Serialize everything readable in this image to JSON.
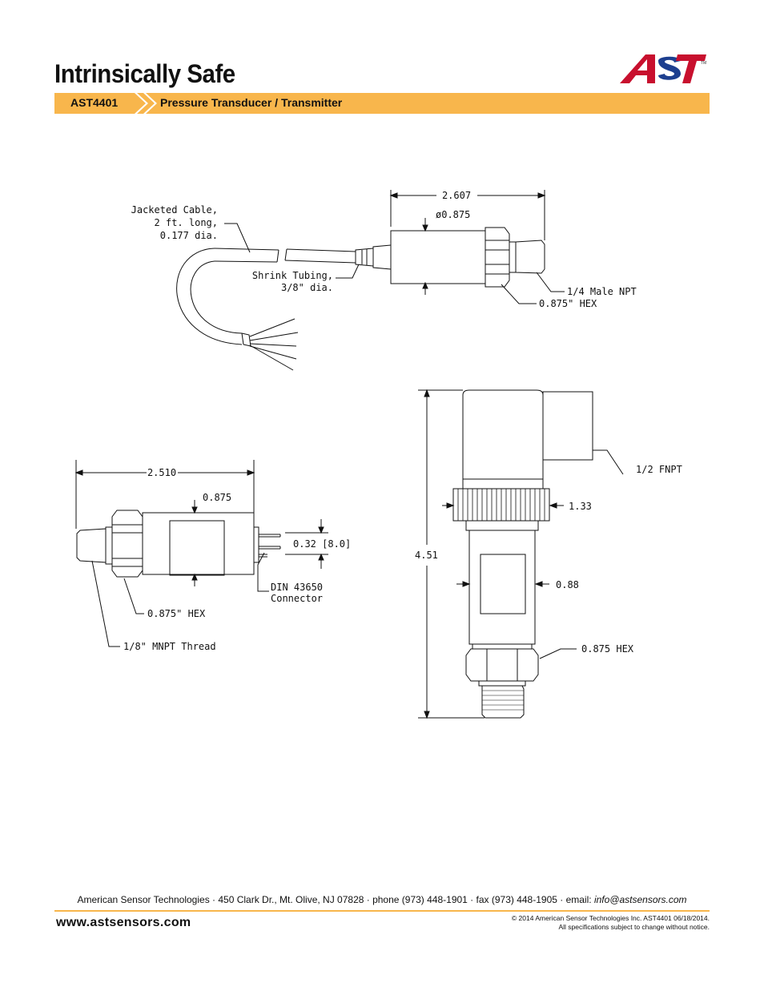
{
  "header": {
    "title": "Intrinsically Safe",
    "model": "AST4401",
    "description": "Pressure Transducer / Transmitter",
    "logo_text": "AST"
  },
  "drawing_top": {
    "overall_length": "2.607",
    "diameter": "ø0.875",
    "cable_label_1": "Jacketed Cable,",
    "cable_label_2": "2 ft. long,",
    "cable_label_3": "0.177 dia.",
    "shrink_label_1": "Shrink Tubing,",
    "shrink_label_2": "3/8\" dia.",
    "npt_label": "1/4 Male NPT",
    "hex_label": "0.875\" HEX"
  },
  "drawing_left": {
    "overall_length": "2.510",
    "diameter": "0.875",
    "pin_dim": "0.32 [8.0]",
    "connector_1": "DIN 43650",
    "connector_2": "Connector",
    "hex_label": "0.875\" HEX",
    "thread_label": "1/8\" MNPT Thread"
  },
  "drawing_right": {
    "fnpt_label": "1/2 FNPT",
    "ring_dim": "1.33",
    "height": "4.51",
    "body_dim": "0.88",
    "hex_label": "0.875 HEX"
  },
  "footer": {
    "address_prefix": "American Sensor Technologies · 450 Clark Dr., Mt. Olive, NJ 07828 · phone (973) 448-1901 · fax (973) 448-1905 · email: ",
    "email": "info@astsensors.com",
    "website": "www.astsensors.com",
    "copyright": "© 2014 American Sensor Technologies Inc. AST4401 06/18/2014.",
    "notice": "All specifications subject to change without notice."
  },
  "colors": {
    "banner": "#f8b64c",
    "logo_red": "#c8102e",
    "logo_blue": "#1d3f8f"
  }
}
